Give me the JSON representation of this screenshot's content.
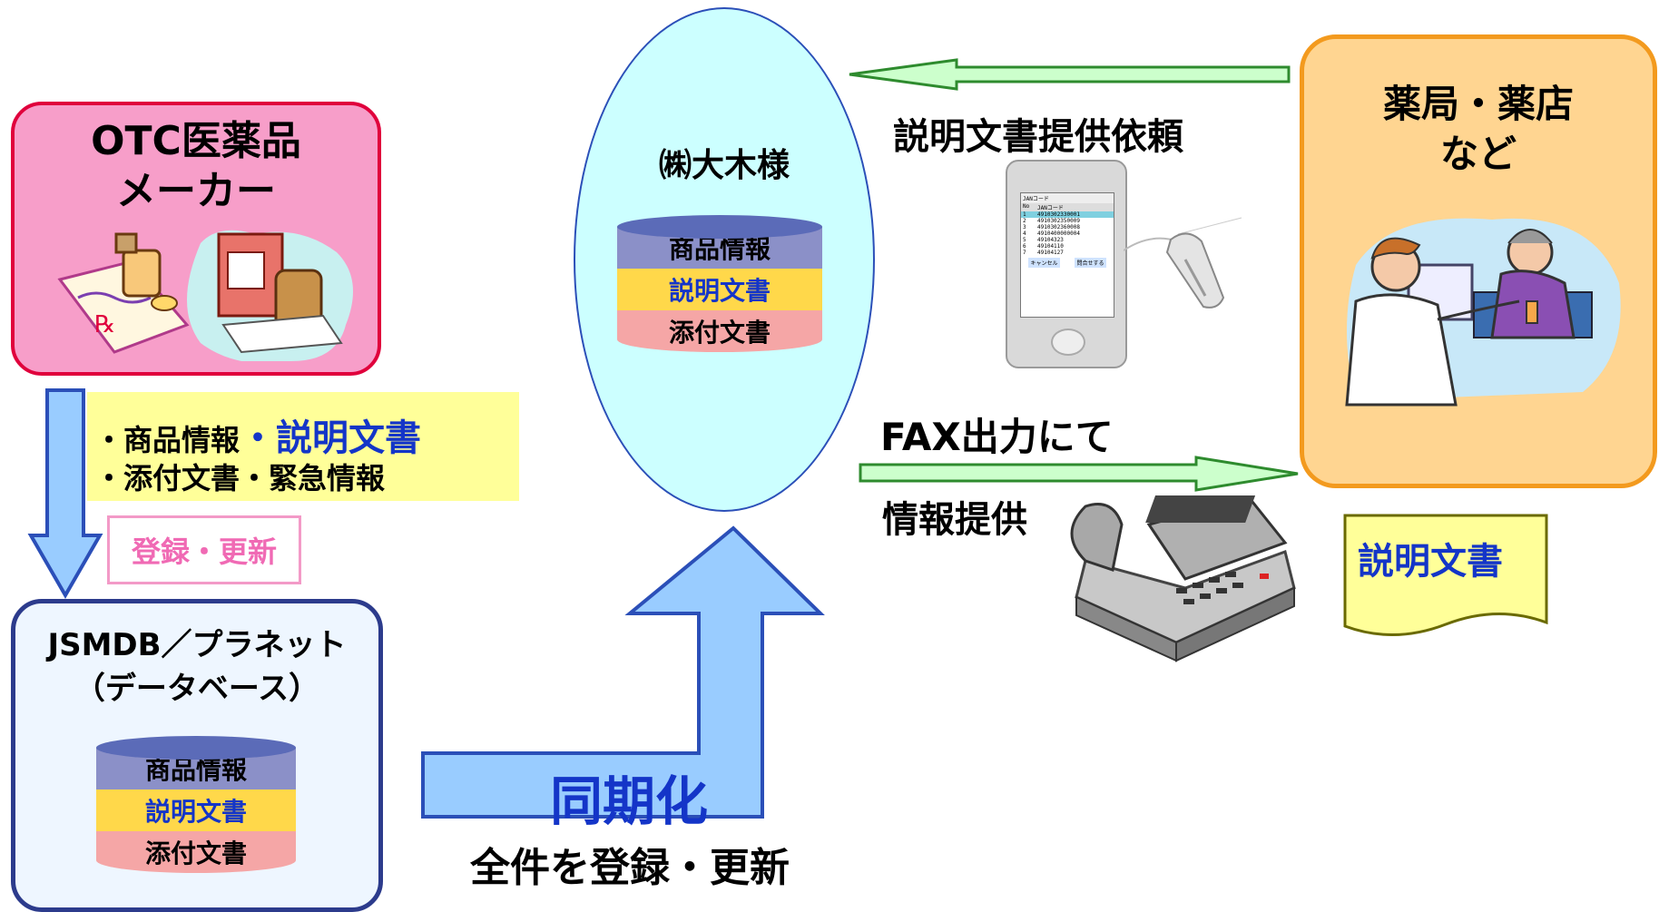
{
  "maker": {
    "title_line1": "OTC医薬品",
    "title_line2": "メーカー"
  },
  "upload_note": {
    "line1_prefix": "・商品情報",
    "line1_highlight": "・説明文書",
    "line2": "・添付文書・緊急情報"
  },
  "register_label": "登録・更新",
  "database": {
    "title_line1": "JSMDB／プラネット",
    "title_line2": "（データベース）",
    "layers": [
      "商品情報",
      "説明文書",
      "添付文書"
    ]
  },
  "sync": {
    "label": "同期化",
    "caption": "全件を登録・更新"
  },
  "company": {
    "title": "㈱大木様",
    "layers": [
      "商品情報",
      "説明文書",
      "添付文書"
    ]
  },
  "request_label": "説明文書提供依頼",
  "fax": {
    "line1": "FAX出力にて",
    "line2": "情報提供"
  },
  "pharmacy": {
    "title_line1": "薬局・薬店",
    "title_line2": "など"
  },
  "document_label": "説明文書",
  "handheld": {
    "header": "JANコード",
    "col_no": "No",
    "col_code": "JANコード",
    "rows": [
      [
        "1",
        "4910302330001"
      ],
      [
        "2",
        "4910302350009"
      ],
      [
        "3",
        "4910302360008"
      ],
      [
        "4",
        "4910400000004"
      ],
      [
        "5",
        "49104323"
      ],
      [
        "6",
        "49104110"
      ],
      [
        "7",
        "49104127"
      ]
    ],
    "cancel": "キャンセル",
    "query": "問合せする"
  },
  "colors": {
    "maker_fill": "#f79ec9",
    "maker_border": "#e0003c",
    "db_border": "#2c3b8c",
    "oval_fill": "#ccffff",
    "pharmacy_fill": "#ffd591",
    "pharmacy_border": "#f39a1e",
    "highlight_text": "#1435c8",
    "arrow_fill": "#99ccff",
    "green_arrow": "#ccffcc"
  }
}
